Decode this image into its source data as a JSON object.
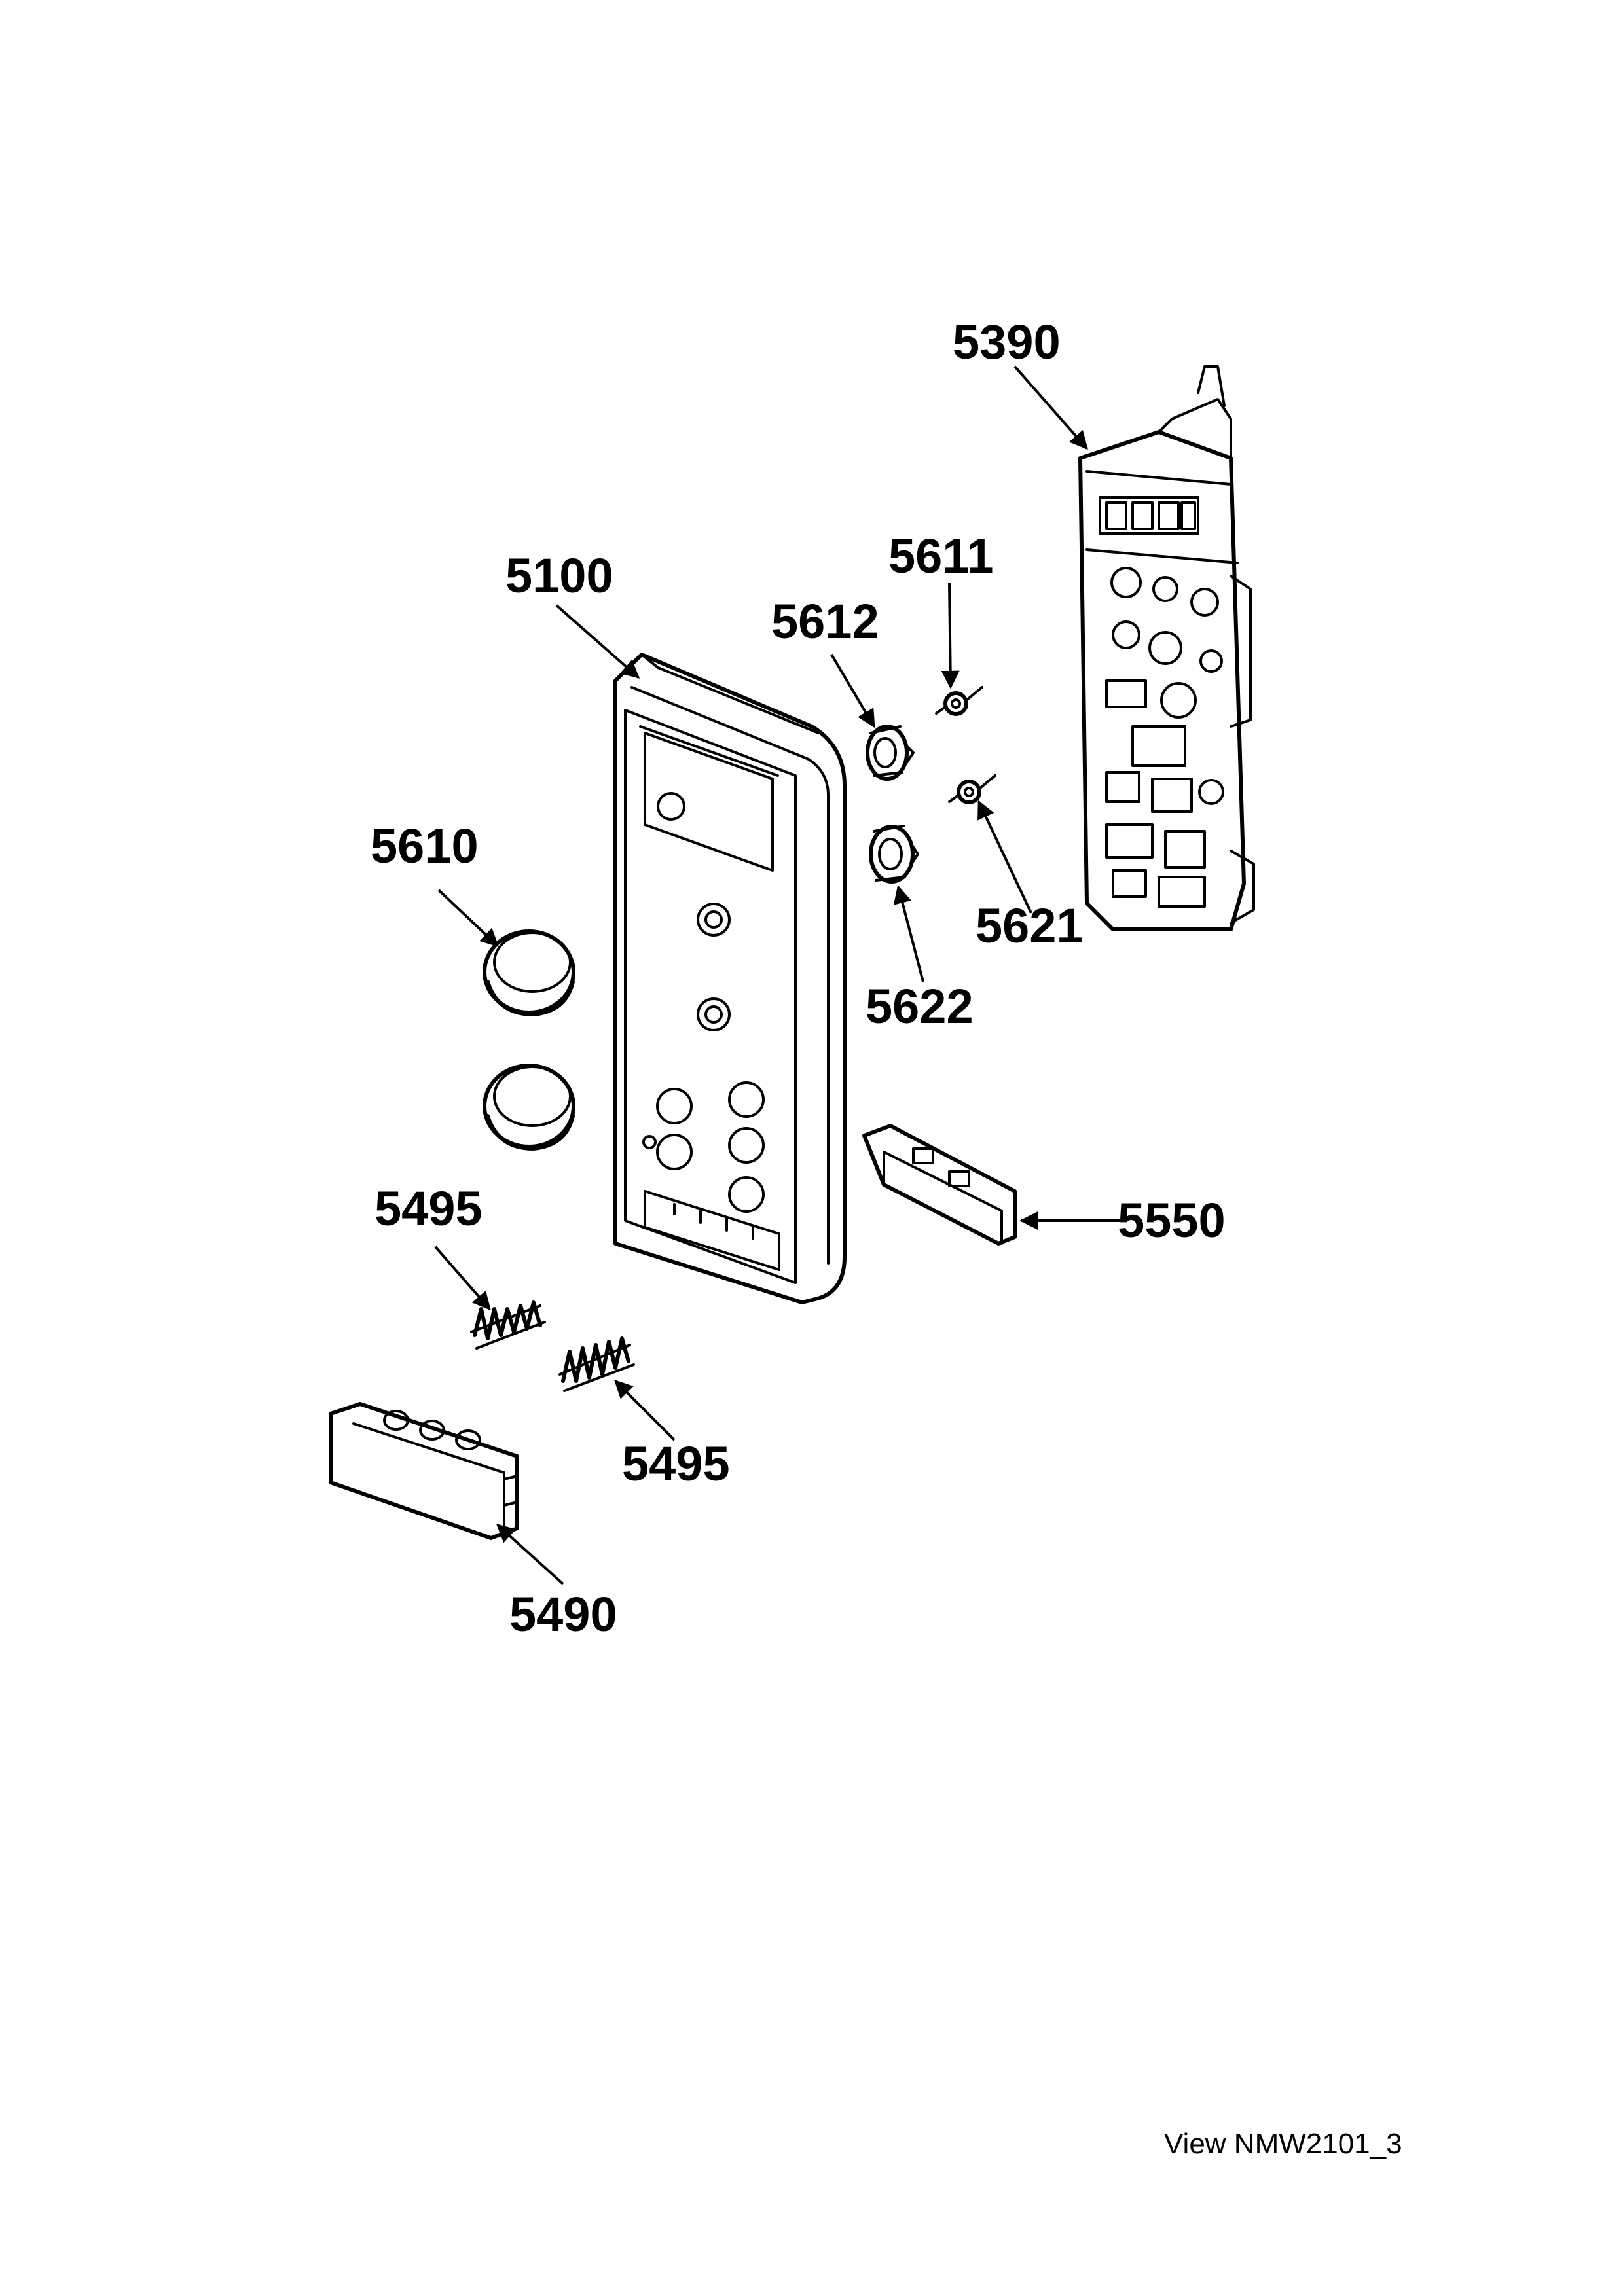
{
  "labels": {
    "p5390": "5390",
    "p5100": "5100",
    "p5611": "5611",
    "p5612": "5612",
    "p5610": "5610",
    "p5621": "5621",
    "p5622": "5622",
    "p5495a": "5495",
    "p5495b": "5495",
    "p5550": "5550",
    "p5490": "5490"
  },
  "caption": "View NMW2101_3"
}
